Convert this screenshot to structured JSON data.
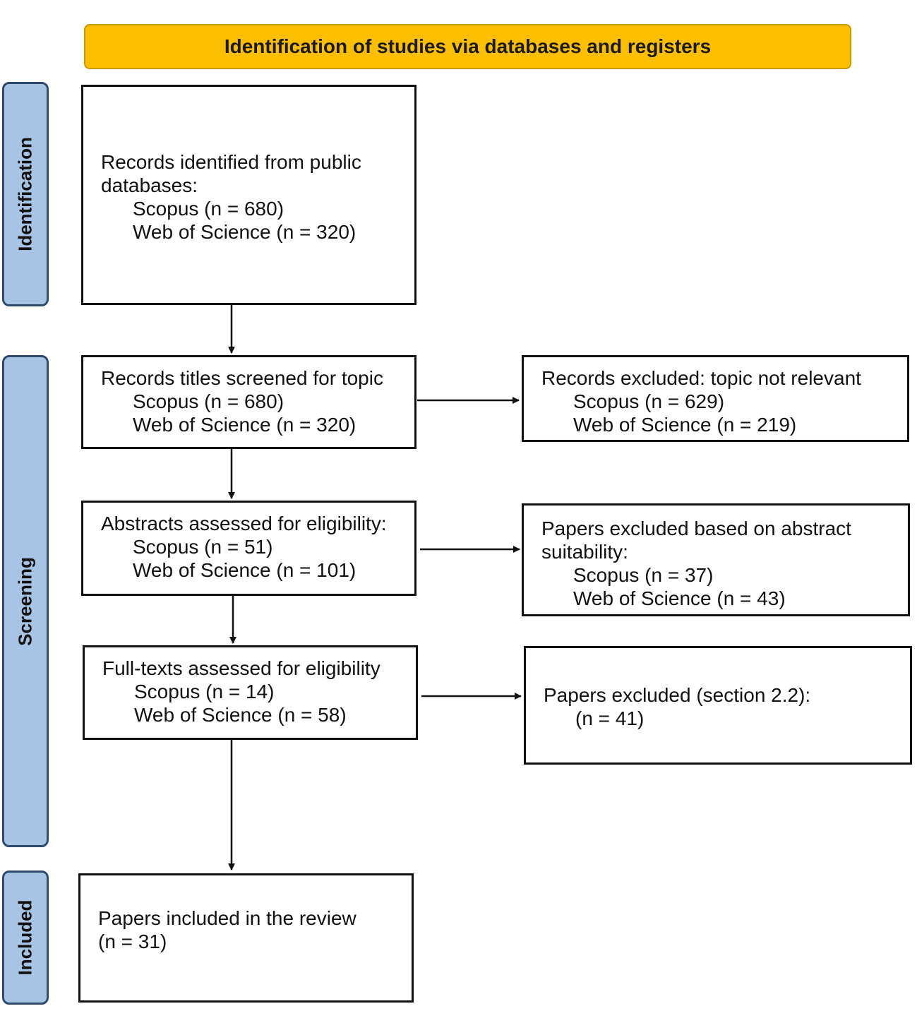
{
  "banner": "Identification of studies via databases and registers",
  "phases": {
    "identification": "Identification",
    "screening": "Screening",
    "included": "Included"
  },
  "boxes": {
    "identified": {
      "title": "Records identified from public databases:",
      "title_line1": "Records identified from public",
      "title_line2": "databases:",
      "scopus": "Scopus (n = 680)",
      "wos": "Web of Science (n = 320)"
    },
    "titles_screened": {
      "title": "Records titles screened for topic",
      "scopus": "Scopus (n = 680)",
      "wos": "Web of Science (n = 320)"
    },
    "excluded_topic": {
      "title": "Records excluded: topic not relevant",
      "scopus": "Scopus (n = 629)",
      "wos": "Web of Science (n = 219)"
    },
    "abstracts": {
      "title": "Abstracts assessed for eligibility:",
      "scopus": "Scopus (n = 51)",
      "wos": "Web of Science (n = 101)"
    },
    "excluded_abstract": {
      "title_line1": "Papers excluded based on abstract",
      "title_line2": "suitability:",
      "scopus": "Scopus (n = 37)",
      "wos": "Web of Science (n = 43)"
    },
    "fulltexts": {
      "title": "Full-texts assessed for eligibility",
      "scopus": "Scopus (n = 14)",
      "wos": "Web of Science (n = 58)"
    },
    "excluded_section": {
      "title": "Papers excluded (section 2.2):",
      "count": "(n = 41)"
    },
    "included": {
      "title": "Papers included in the review",
      "count": "(n = 31)"
    }
  }
}
